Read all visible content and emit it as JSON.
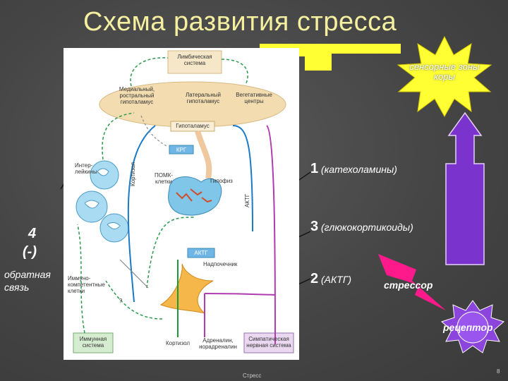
{
  "slide": {
    "title": "Схема развития стресса",
    "footer_text": "Стресс",
    "page_number": "8"
  },
  "diagram": {
    "limbic": "Лимбическая система",
    "medial": "Медиальный, ростральный гипоталамус",
    "lateral": "Латеральный гипоталамус",
    "vegetative": "Вегетативные центры",
    "hypothalamus": "Гипоталамус",
    "krg": "КРГ",
    "interleukins": "Интер-лейкины",
    "cortisol_vertical": "Кортизол",
    "pomk": "ПОМК-клетки",
    "pituitary": "Гипофиз",
    "actg_vertical": "АКТГ",
    "actg_box": "АКТГ",
    "adrenal": "Надпочечник",
    "immune_cells": "Иммуно-компетентные клетки",
    "question": "?",
    "immune_system": "Иммунная система",
    "cortisol": "Кортизол",
    "adrenaline": "Адреналин, норадреналин",
    "sympathetic": "Симпатическая нервная система"
  },
  "callouts": {
    "sensory": "сенсорные зоны коры",
    "catecholamines_num": "1",
    "catecholamines": "(катехоламины)",
    "glucocorticoids_num": "3",
    "glucocorticoids": "(глюкокортикоиды)",
    "actg_num": "2",
    "actg": "(АКТГ)",
    "stressor": "стрессор",
    "receptor": "рецептор",
    "feedback_num": "4",
    "feedback_sign": "(-)",
    "feedback_text": "обратная связь"
  }
}
